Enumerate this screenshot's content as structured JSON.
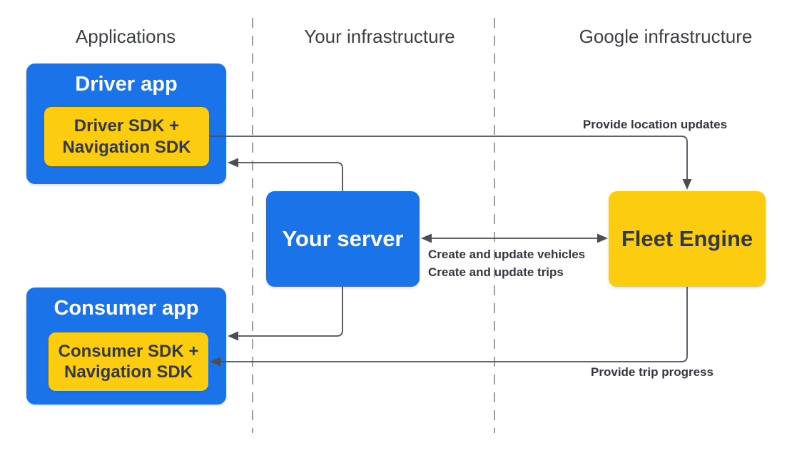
{
  "colors": {
    "blue": "#1A73E8",
    "yellow": "#FCCC11",
    "line": "#4A4F57",
    "dash": "#9AA0A6",
    "header_text": "#3C4043",
    "dark_text": "#343A40",
    "label_text": "#33383F",
    "white_text": "#FFFFFF",
    "background": "#FFFFFF"
  },
  "columns": {
    "applications": "Applications",
    "your_infrastructure": "Your infrastructure",
    "google_infrastructure": "Google infrastructure"
  },
  "nodes": {
    "driver_app": {
      "title": "Driver app",
      "sdk_line1": "Driver SDK +",
      "sdk_line2": "Navigation SDK"
    },
    "consumer_app": {
      "title": "Consumer app",
      "sdk_line1": "Consumer SDK +",
      "sdk_line2": "Navigation SDK"
    },
    "your_server": {
      "title": "Your server"
    },
    "fleet_engine": {
      "title": "Fleet Engine"
    }
  },
  "edges": {
    "provide_location_updates": "Provide location updates",
    "create_update_vehicles": "Create and update vehicles",
    "create_update_trips": "Create and update trips",
    "provide_trip_progress": "Provide trip progress"
  }
}
